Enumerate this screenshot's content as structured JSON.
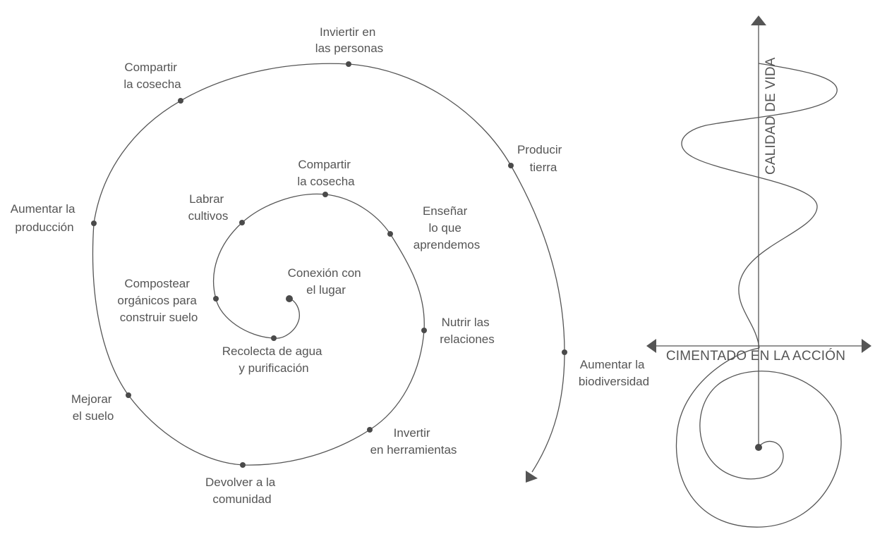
{
  "colors": {
    "line": "#555555",
    "dot": "#4a4a4a",
    "text": "#555555",
    "background": "#ffffff"
  },
  "spiral": {
    "center_label": [
      "Conexión con",
      "el lugar"
    ],
    "inner_nodes": [
      {
        "id": "recolecta",
        "lines": [
          "Recolecta de agua",
          "y purificación"
        ]
      },
      {
        "id": "compostear",
        "lines": [
          "Compostear",
          "orgánicos para",
          "construir suelo"
        ]
      },
      {
        "id": "labrar",
        "lines": [
          "Labrar",
          "cultivos"
        ]
      },
      {
        "id": "compartir-inner",
        "lines": [
          "Compartir",
          "la cosecha"
        ]
      },
      {
        "id": "ensenar",
        "lines": [
          "Enseñar",
          "lo que",
          "aprendemos"
        ]
      },
      {
        "id": "nutrir",
        "lines": [
          "Nutrir las",
          "relaciones"
        ]
      }
    ],
    "outer_nodes": [
      {
        "id": "invertir-herramientas",
        "lines": [
          "Invertir",
          "en herramientas"
        ]
      },
      {
        "id": "devolver",
        "lines": [
          "Devolver a la",
          "comunidad"
        ]
      },
      {
        "id": "mejorar",
        "lines": [
          "Mejorar",
          "el suelo"
        ]
      },
      {
        "id": "aumentar-produccion",
        "lines": [
          "Aumentar la",
          "producción"
        ]
      },
      {
        "id": "compartir-outer",
        "lines": [
          "Compartir",
          "la cosecha"
        ]
      },
      {
        "id": "invertir-personas",
        "lines": [
          "Inviertir en",
          "las personas"
        ]
      },
      {
        "id": "producir",
        "lines": [
          "Producir",
          "tierra"
        ]
      },
      {
        "id": "biodiversidad",
        "lines": [
          "Aumentar la",
          "biodiversidad"
        ]
      }
    ]
  },
  "side_diagram": {
    "vertical_axis_label": "CALIDAD DE VIDA",
    "horizontal_axis_label": "CIMENTADO EN LA ACCIÓN"
  }
}
